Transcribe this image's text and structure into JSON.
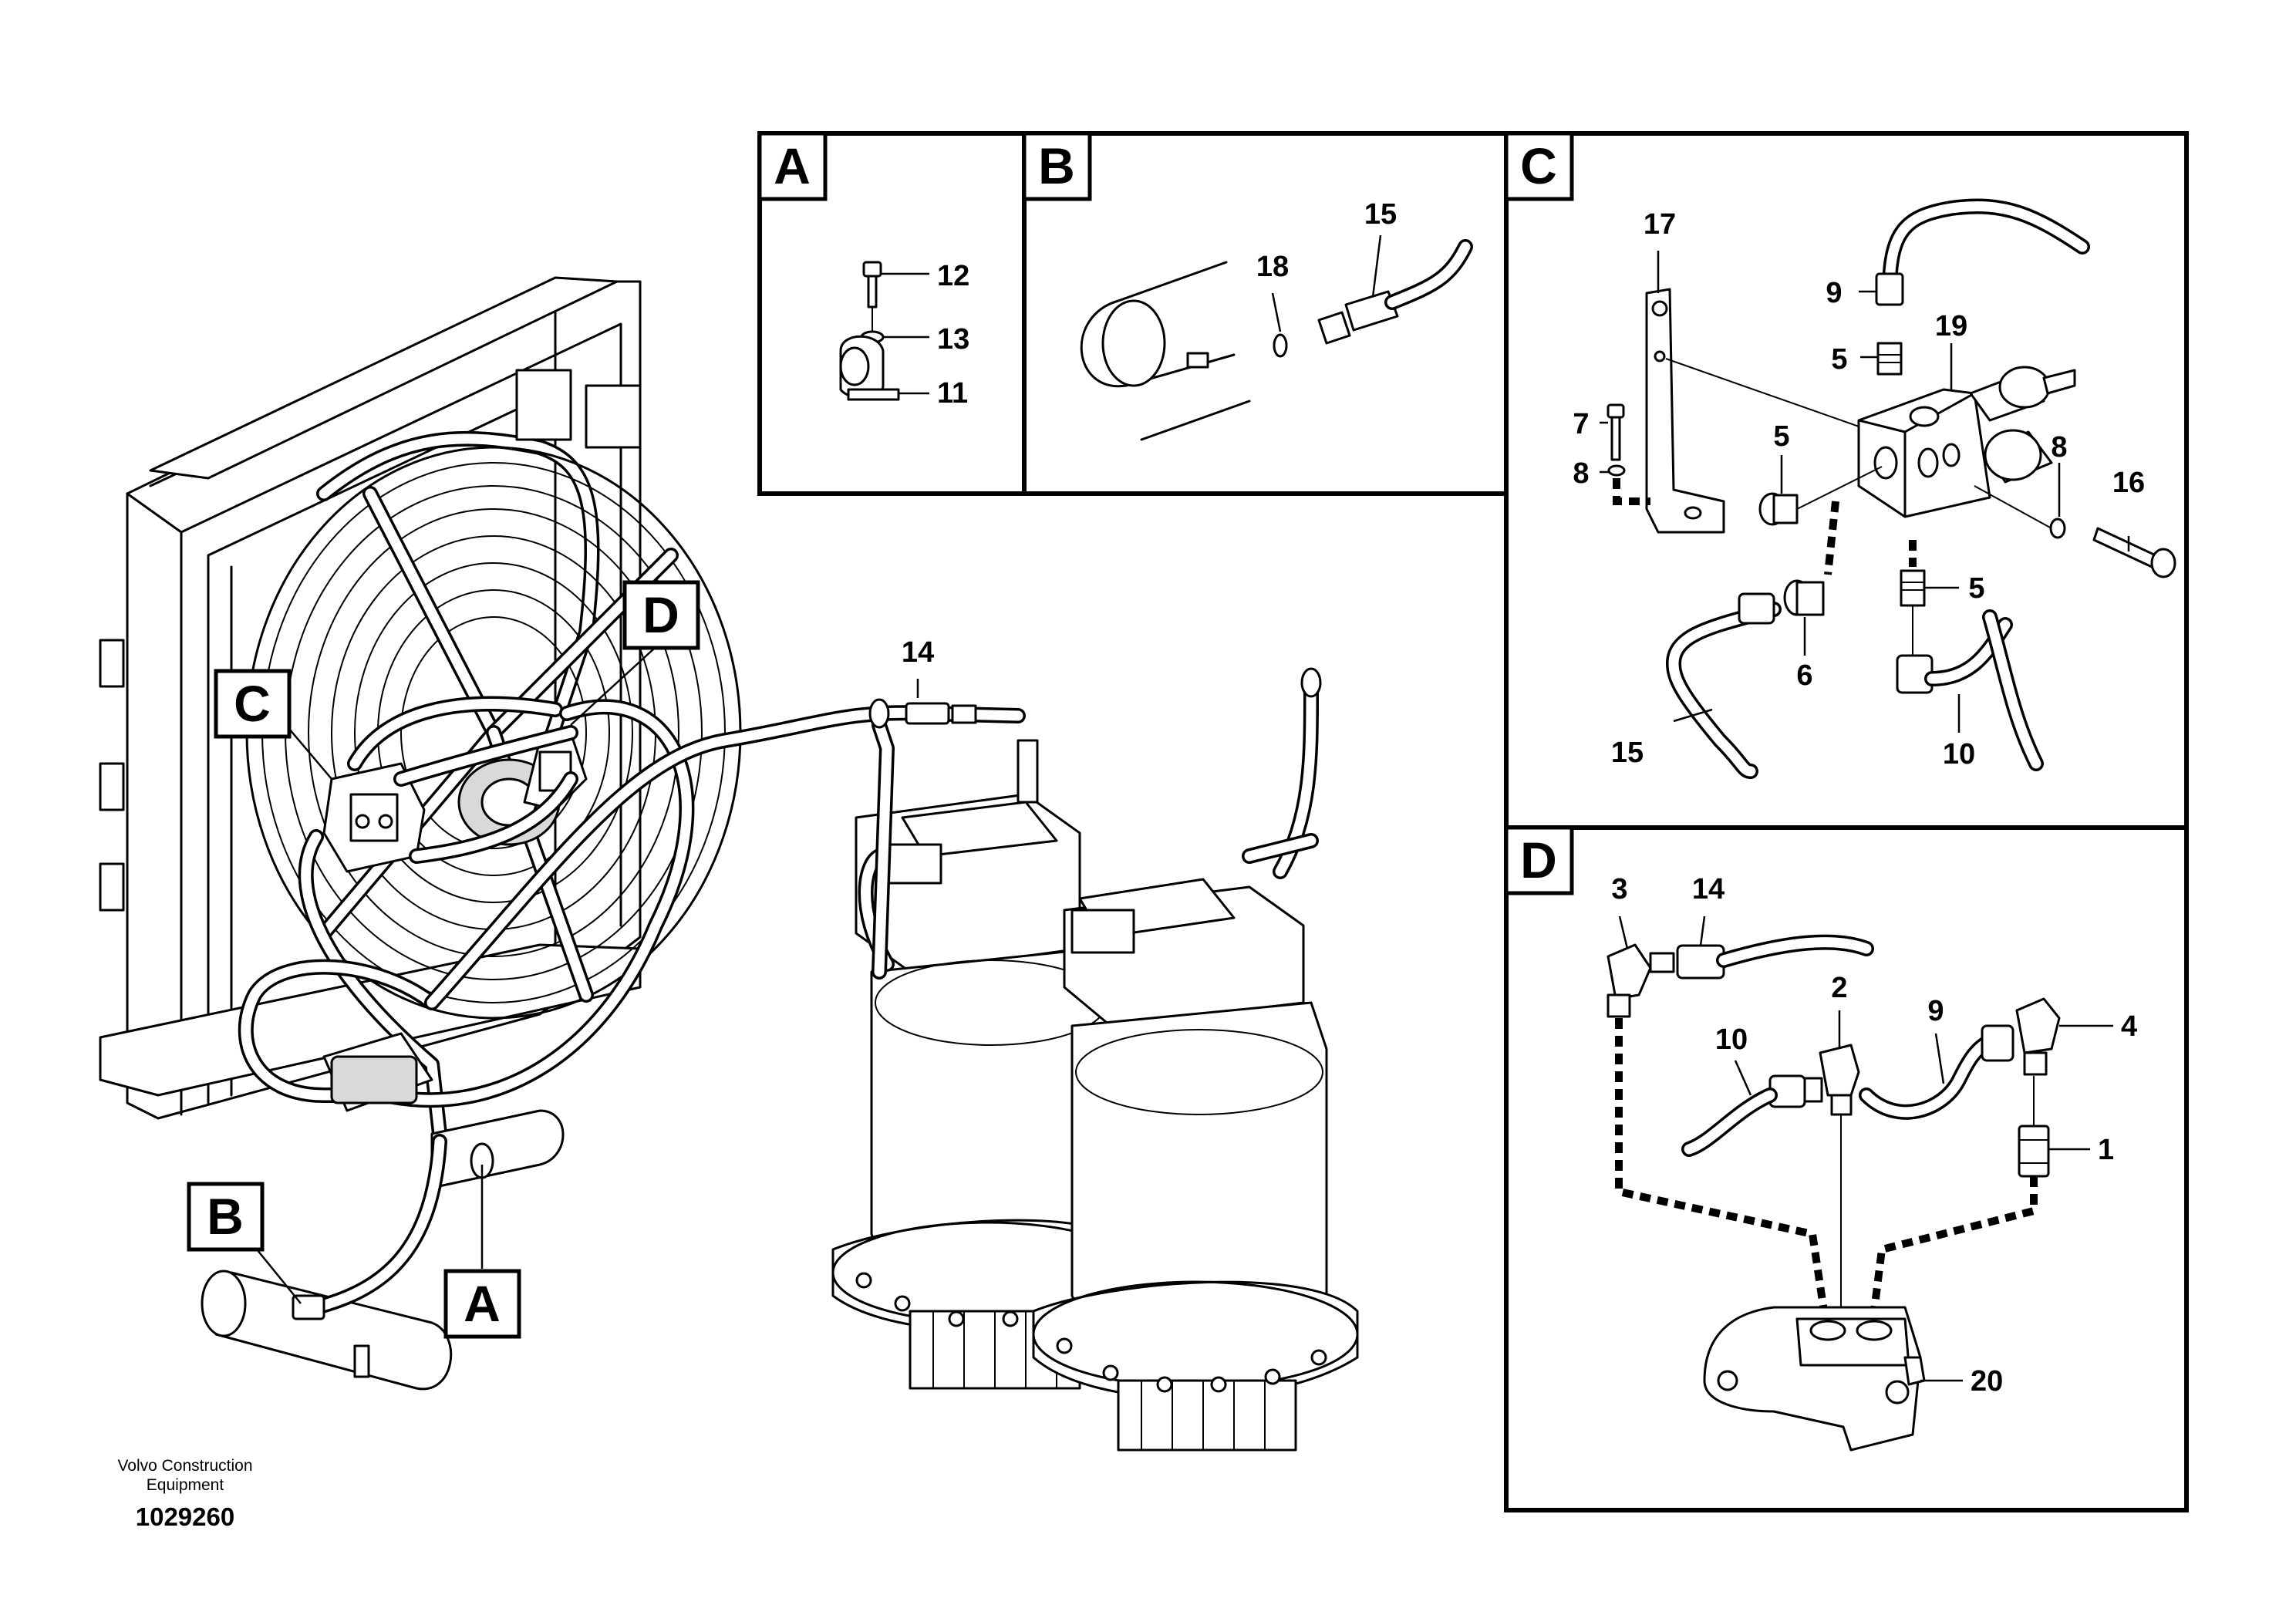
{
  "detail_labels": [
    "A",
    "B",
    "C",
    "D"
  ],
  "callouts": {
    "A": [
      "A"
    ],
    "B": [
      "B"
    ],
    "C": [
      "C"
    ],
    "D": [
      "D"
    ]
  },
  "panel_A": {
    "labels": [
      "12",
      "13",
      "11"
    ]
  },
  "panel_B": {
    "labels": [
      "18",
      "15"
    ]
  },
  "panel_C": {
    "labels": [
      "17",
      "9",
      "19",
      "5",
      "7",
      "8",
      "5",
      "8",
      "16",
      "5",
      "6",
      "15",
      "10"
    ]
  },
  "panel_D": {
    "labels": [
      "3",
      "14",
      "2",
      "9",
      "4",
      "10",
      "1",
      "20"
    ]
  },
  "main": {
    "labels": [
      "14"
    ]
  },
  "footer": {
    "brand": "Volvo Construction\nEquipment",
    "drawing_number": "1029260"
  }
}
